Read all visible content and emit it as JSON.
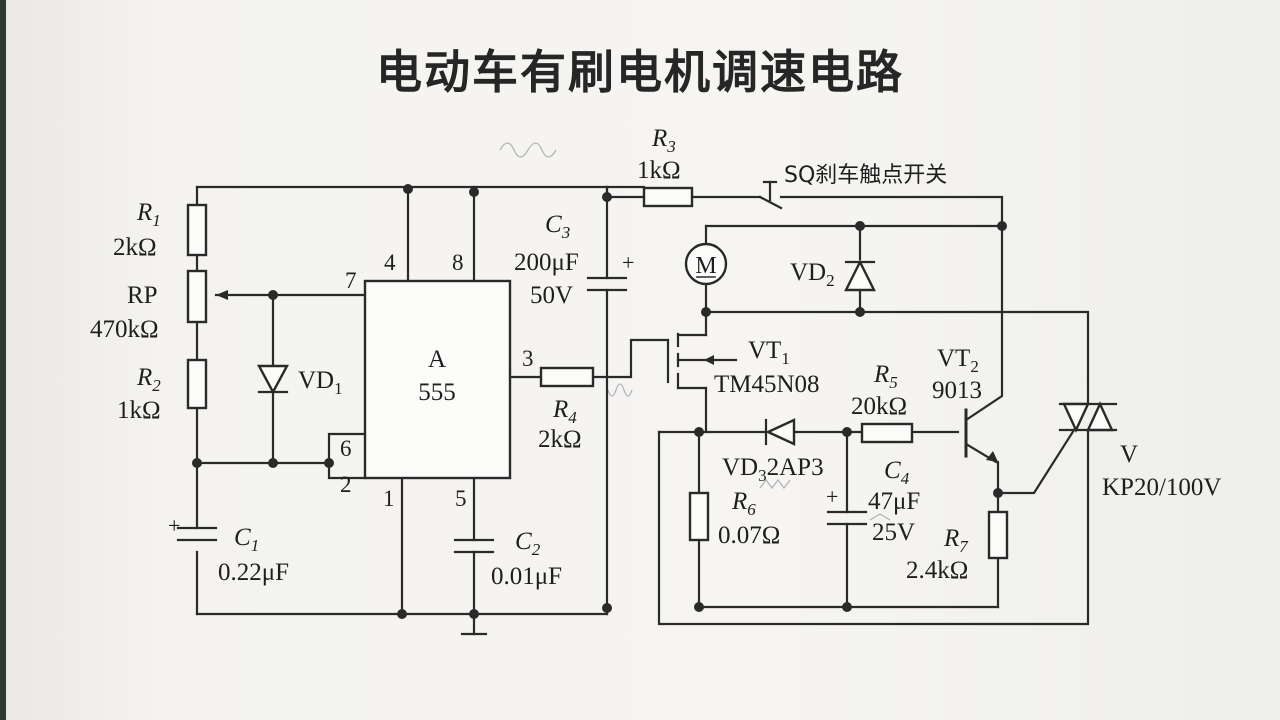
{
  "title": "电动车有刷电机调速电路",
  "components": {
    "R1": {
      "ref": "R",
      "sub": "1",
      "value": "2kΩ"
    },
    "RP": {
      "ref": "RP",
      "value": "470kΩ"
    },
    "R2": {
      "ref": "R",
      "sub": "2",
      "value": "1kΩ"
    },
    "VD1": {
      "ref": "VD",
      "sub": "1"
    },
    "C1": {
      "ref": "C",
      "sub": "1",
      "value": "0.22μF",
      "polarity": "+"
    },
    "IC": {
      "ref": "A",
      "part": "555",
      "pins": [
        "4",
        "8",
        "7",
        "3",
        "6",
        "2",
        "1",
        "5"
      ]
    },
    "C2": {
      "ref": "C",
      "sub": "2",
      "value": "0.01μF"
    },
    "C3": {
      "ref": "C",
      "sub": "3",
      "value": "200μF",
      "voltage": "50V",
      "polarity": "+"
    },
    "R3": {
      "ref": "R",
      "sub": "3",
      "value": "1kΩ"
    },
    "SQ": {
      "label": "SQ刹车触点开关"
    },
    "M": {
      "label": "M"
    },
    "VD2": {
      "ref": "VD",
      "sub": "2"
    },
    "R4": {
      "ref": "R",
      "sub": "4",
      "value": "2kΩ"
    },
    "VT1": {
      "ref": "VT",
      "sub": "1",
      "part": "TM45N08"
    },
    "R5": {
      "ref": "R",
      "sub": "5",
      "value": "20kΩ"
    },
    "VT2": {
      "ref": "VT",
      "sub": "2",
      "part": "9013"
    },
    "VD3": {
      "ref": "VD",
      "sub": "3",
      "part": "2AP3"
    },
    "R6": {
      "ref": "R",
      "sub": "6",
      "value": "0.07Ω"
    },
    "C4": {
      "ref": "C",
      "sub": "4",
      "value": "47μF",
      "voltage": "25V",
      "polarity": "+"
    },
    "R7": {
      "ref": "R",
      "sub": "7",
      "value": "2.4kΩ"
    },
    "V": {
      "ref": "V",
      "part": "KP20/100V"
    }
  },
  "colors": {
    "ink": "#2a2a2a",
    "paper": "#f4f3f0",
    "edge": "#2c3a30"
  }
}
